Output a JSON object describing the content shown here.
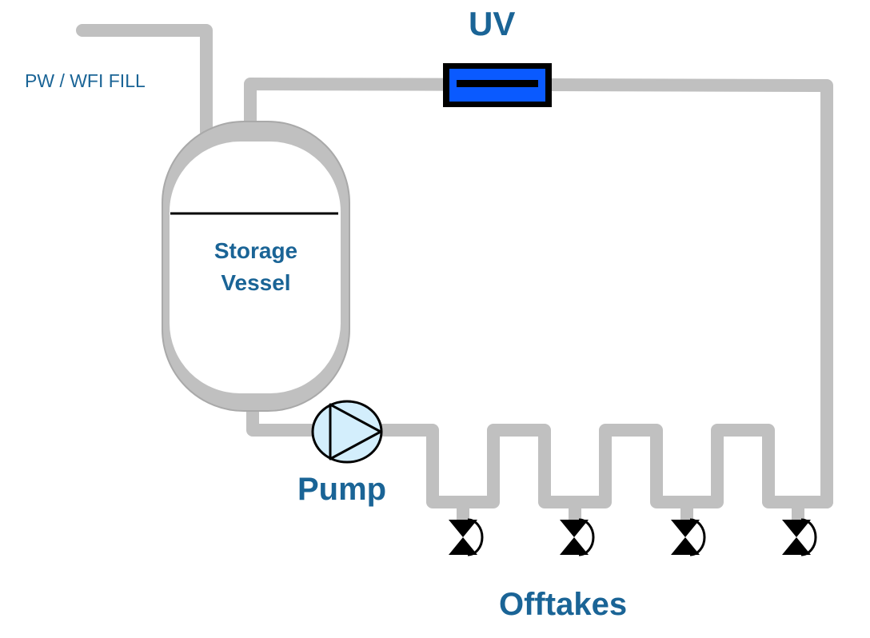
{
  "labels": {
    "fill": "PW / WFI  FILL",
    "uv": "UV",
    "vessel_line1": "Storage",
    "vessel_line2": "Vessel",
    "pump": "Pump",
    "offtakes": "Offtakes"
  },
  "colors": {
    "pipe": "#c0c0c0",
    "vessel_fill": "#ffffff",
    "vessel_outline": "#a9a9a9",
    "uv_fill": "#0a5aff",
    "pump_fill": "#d3eefc",
    "text": "#1a6496",
    "valve": "#000000"
  },
  "components": {
    "offtake_valve_count": 4,
    "icons": [
      "storage-vessel-icon",
      "pump-icon",
      "uv-lamp-icon",
      "valve-icon"
    ]
  }
}
